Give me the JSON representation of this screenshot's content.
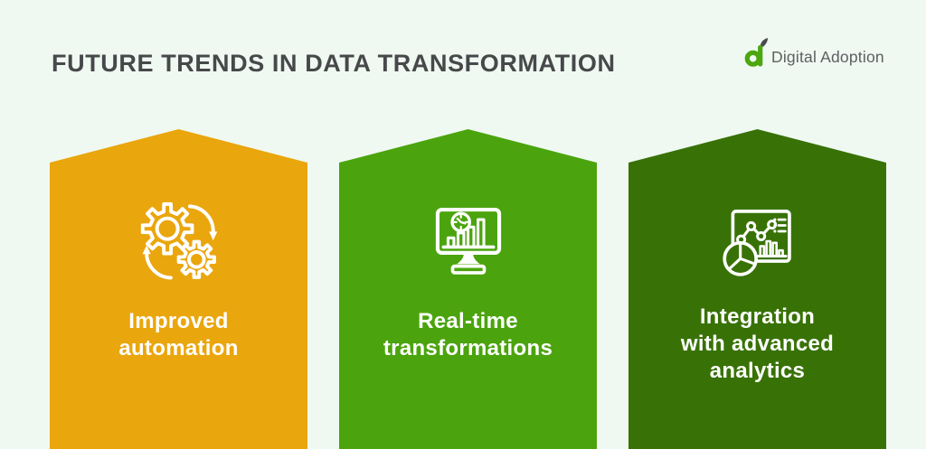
{
  "page": {
    "background_color": "#EFF9F2",
    "text_color_on_cards": "#FFFFFF"
  },
  "header": {
    "title": "FUTURE TRENDS IN DATA TRANSFORMATION",
    "title_color": "#47484A",
    "logo": {
      "brand_name": "Digital Adoption",
      "icon": "digital-adoption-a-leaf-logo",
      "icon_green": "#4CA60F",
      "leaf_gray": "#4A4B4D",
      "text_color": "#5E5F61"
    }
  },
  "cards": [
    {
      "id": "improved-automation",
      "color": "#EAA60D",
      "icon": "gears-sync-icon",
      "lines": [
        "Improved",
        "automation"
      ]
    },
    {
      "id": "real-time-transformations",
      "color": "#4BA40D",
      "icon": "realtime-monitor-chart-icon",
      "lines": [
        "Real-time",
        "transformations"
      ]
    },
    {
      "id": "integration-advanced-analytics",
      "color": "#387206",
      "icon": "advanced-analytics-dashboard-icon",
      "lines": [
        "Integration",
        "with advanced",
        "analytics"
      ]
    }
  ]
}
